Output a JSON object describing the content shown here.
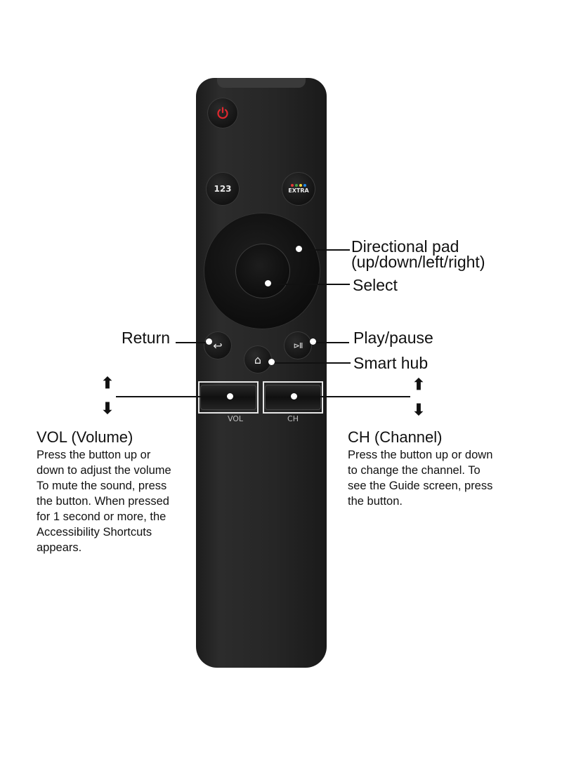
{
  "remote": {
    "buttons": {
      "number_label": "123",
      "extra_label": "EXTRA",
      "extra_dot_colors": [
        "#e53935",
        "#43a047",
        "#fdd835",
        "#1e88e5"
      ],
      "power_color": "#e0282e",
      "return_glyph": "↩",
      "play_pause_glyph": "⊳II",
      "home_glyph": "⌂"
    },
    "rocker_labels": {
      "vol": "VOL",
      "ch": "CH"
    }
  },
  "callouts": {
    "directional_pad_line1": "Directional pad",
    "directional_pad_line2": "(up/down/left/right)",
    "select": "Select",
    "return": "Return",
    "play_pause": "Play/pause",
    "smart_hub": "Smart hub"
  },
  "vol_section": {
    "heading": "VOL (Volume)",
    "lines": [
      "Press the button up or",
      "down to adjust the volume",
      "To mute the sound, press",
      "the button. When  pressed",
      "for 1 second or more, the",
      "Accessibility Shortcuts",
      "appears."
    ]
  },
  "ch_section": {
    "heading": "CH (Channel)",
    "lines": [
      "Press the button up or down",
      "to change the channel. To",
      "see the Guide screen, press",
      "the button."
    ]
  },
  "arrows": {
    "up": "⬆",
    "down": "⬇"
  }
}
